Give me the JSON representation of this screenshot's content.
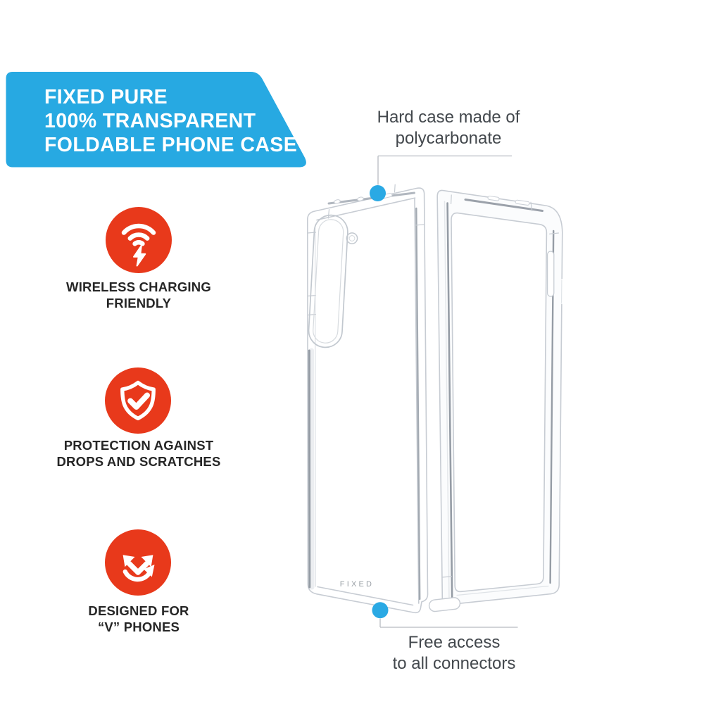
{
  "banner": {
    "title": "FIXED PURE\n100% TRANSPARENT\nFOLDABLE PHONE CASE"
  },
  "features": [
    {
      "icon": "wireless-charging-icon",
      "label": "WIRELESS CHARGING\nFRIENDLY"
    },
    {
      "icon": "shield-check-icon",
      "label": "PROTECTION AGAINST\nDROPS AND SCRATCHES"
    },
    {
      "icon": "fold-arrows-icon",
      "label": "DESIGNED FOR\n“V” PHONES"
    }
  ],
  "callouts": {
    "top": "Hard case made of\npolycarbonate",
    "bottom": "Free access\nto all connectors"
  },
  "case": {
    "logo": "FIXED"
  },
  "colors": {
    "banner_blue": "#27a9e2",
    "icon_red": "#e8391b",
    "dot_blue": "#2aa9e4",
    "banner_text": "#ffffff",
    "label_text": "#262626",
    "callout_text": "#43484d",
    "case_outline": "#c7ccd3",
    "case_rail": "#8a919b"
  }
}
